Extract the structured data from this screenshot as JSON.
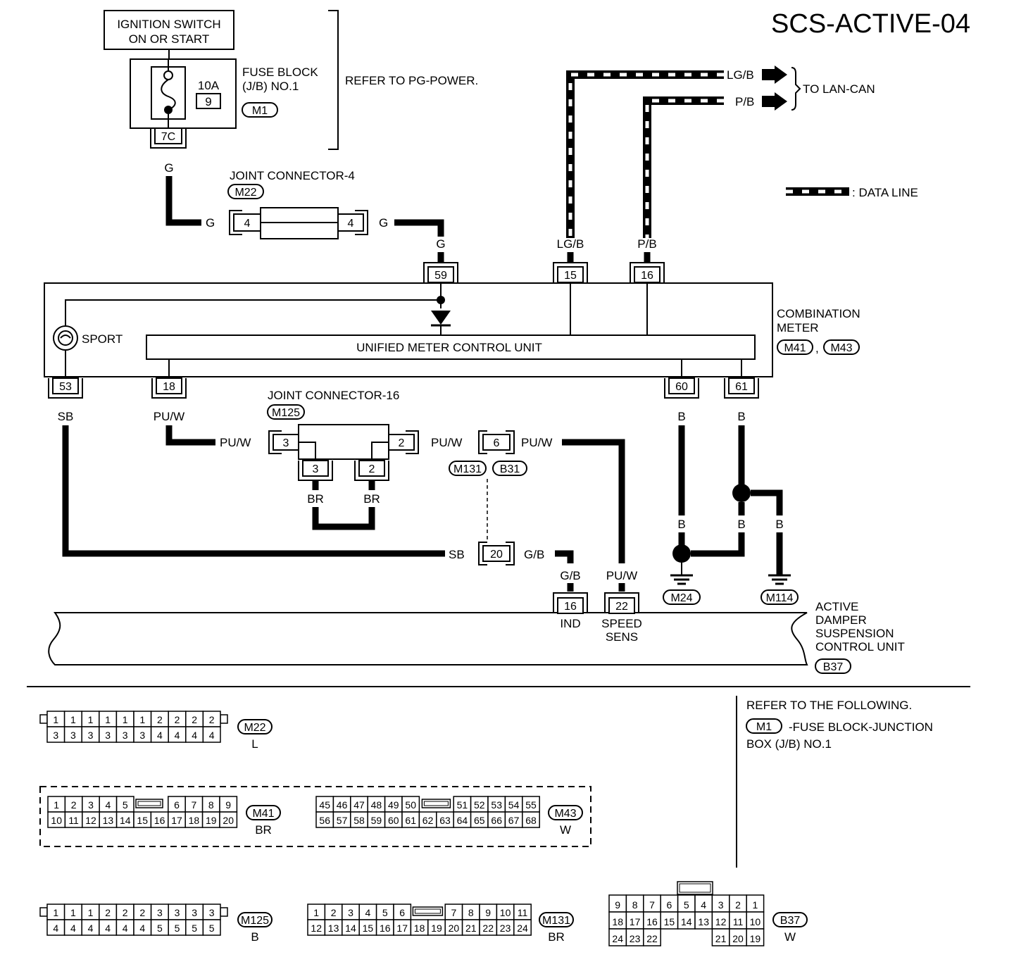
{
  "title": "SCS-ACTIVE-04",
  "ignition": {
    "line1": "IGNITION SWITCH",
    "line2": "ON OR START"
  },
  "fuse": {
    "rating": "10A",
    "number": "9",
    "terminal": "7C",
    "name_line1": "FUSE BLOCK",
    "name_line2": "(J/B) NO.1",
    "connector": "M1"
  },
  "refer_pg": "REFER TO PG-POWER.",
  "to_lan_can": "TO LAN-CAN",
  "legend": {
    "data_line": ": DATA LINE"
  },
  "joint4": {
    "name": "JOINT CONNECTOR-4",
    "connector": "M22",
    "pin_left": "4",
    "pin_right": "4"
  },
  "joint16": {
    "name": "JOINT CONNECTOR-16",
    "connector": "M125",
    "pins": [
      "3",
      "2",
      "3",
      "2"
    ]
  },
  "meter": {
    "name_line1": "COMBINATION",
    "name_line2": "METER",
    "connectors": [
      "M41",
      "M43"
    ],
    "separator": ",",
    "unit": "UNIFIED METER CONTROL UNIT",
    "sport": "SPORT",
    "pins": {
      "p59": "59",
      "p15": "15",
      "p16": "16",
      "p53": "53",
      "p18": "18",
      "p60": "60",
      "p61": "61"
    }
  },
  "inline6": {
    "pin": "6",
    "conn_a": "M131",
    "conn_b": "B31"
  },
  "inline20": {
    "pin": "20"
  },
  "wires": {
    "g": "G",
    "lgb": "LG/B",
    "pb": "P/B",
    "sb": "SB",
    "puw": "PU/W",
    "br": "BR",
    "gb": "G/B",
    "b": "B"
  },
  "grounds": [
    "M24",
    "M114"
  ],
  "adscu": {
    "line1": "ACTIVE",
    "line2": "DAMPER",
    "line3": "SUSPENSION",
    "line4": "CONTROL UNIT",
    "connector": "B37",
    "pin16": "16",
    "pin22": "22",
    "ind": "IND",
    "speed": "SPEED",
    "sens": "SENS"
  },
  "refer_following": {
    "line1": "REFER TO THE FOLLOWING.",
    "connector": "M1",
    "line2": "-FUSE BLOCK-JUNCTION",
    "line3": "BOX (J/B) NO.1"
  },
  "connector_faces": {
    "m22": {
      "id": "M22",
      "color": "L",
      "top": [
        "1",
        "1",
        "1",
        "1",
        "1",
        "1",
        "2",
        "2",
        "2",
        "2"
      ],
      "bottom": [
        "3",
        "3",
        "3",
        "3",
        "3",
        "3",
        "4",
        "4",
        "4",
        "4"
      ]
    },
    "m41": {
      "id": "M41",
      "color": "BR",
      "top_left": [
        "1",
        "2",
        "3",
        "4",
        "5"
      ],
      "top_right": [
        "6",
        "7",
        "8",
        "9"
      ],
      "bottom": [
        "10",
        "11",
        "12",
        "13",
        "14",
        "15",
        "16",
        "17",
        "18",
        "19",
        "20"
      ]
    },
    "m43": {
      "id": "M43",
      "color": "W",
      "top_left": [
        "45",
        "46",
        "47",
        "48",
        "49",
        "50"
      ],
      "top_right": [
        "51",
        "52",
        "53",
        "54",
        "55"
      ],
      "bottom": [
        "56",
        "57",
        "58",
        "59",
        "60",
        "61",
        "62",
        "63",
        "64",
        "65",
        "66",
        "67",
        "68"
      ]
    },
    "m125": {
      "id": "M125",
      "color": "B",
      "top": [
        "1",
        "1",
        "1",
        "2",
        "2",
        "2",
        "3",
        "3",
        "3",
        "3"
      ],
      "bottom": [
        "4",
        "4",
        "4",
        "4",
        "4",
        "4",
        "5",
        "5",
        "5",
        "5"
      ]
    },
    "m131": {
      "id": "M131",
      "color": "BR",
      "top_left": [
        "1",
        "2",
        "3",
        "4",
        "5",
        "6"
      ],
      "top_right": [
        "7",
        "8",
        "9",
        "10",
        "11"
      ],
      "bottom": [
        "12",
        "13",
        "14",
        "15",
        "16",
        "17",
        "18",
        "19",
        "20",
        "21",
        "22",
        "23",
        "24"
      ]
    },
    "b37": {
      "id": "B37",
      "color": "W",
      "row1": [
        "9",
        "8",
        "7",
        "6",
        "5",
        "4",
        "3",
        "2",
        "1"
      ],
      "row2": [
        "18",
        "17",
        "16",
        "15",
        "14",
        "13",
        "12",
        "11",
        "10"
      ],
      "row3_left": [
        "24",
        "23",
        "22"
      ],
      "row3_right": [
        "21",
        "20",
        "19"
      ]
    }
  }
}
